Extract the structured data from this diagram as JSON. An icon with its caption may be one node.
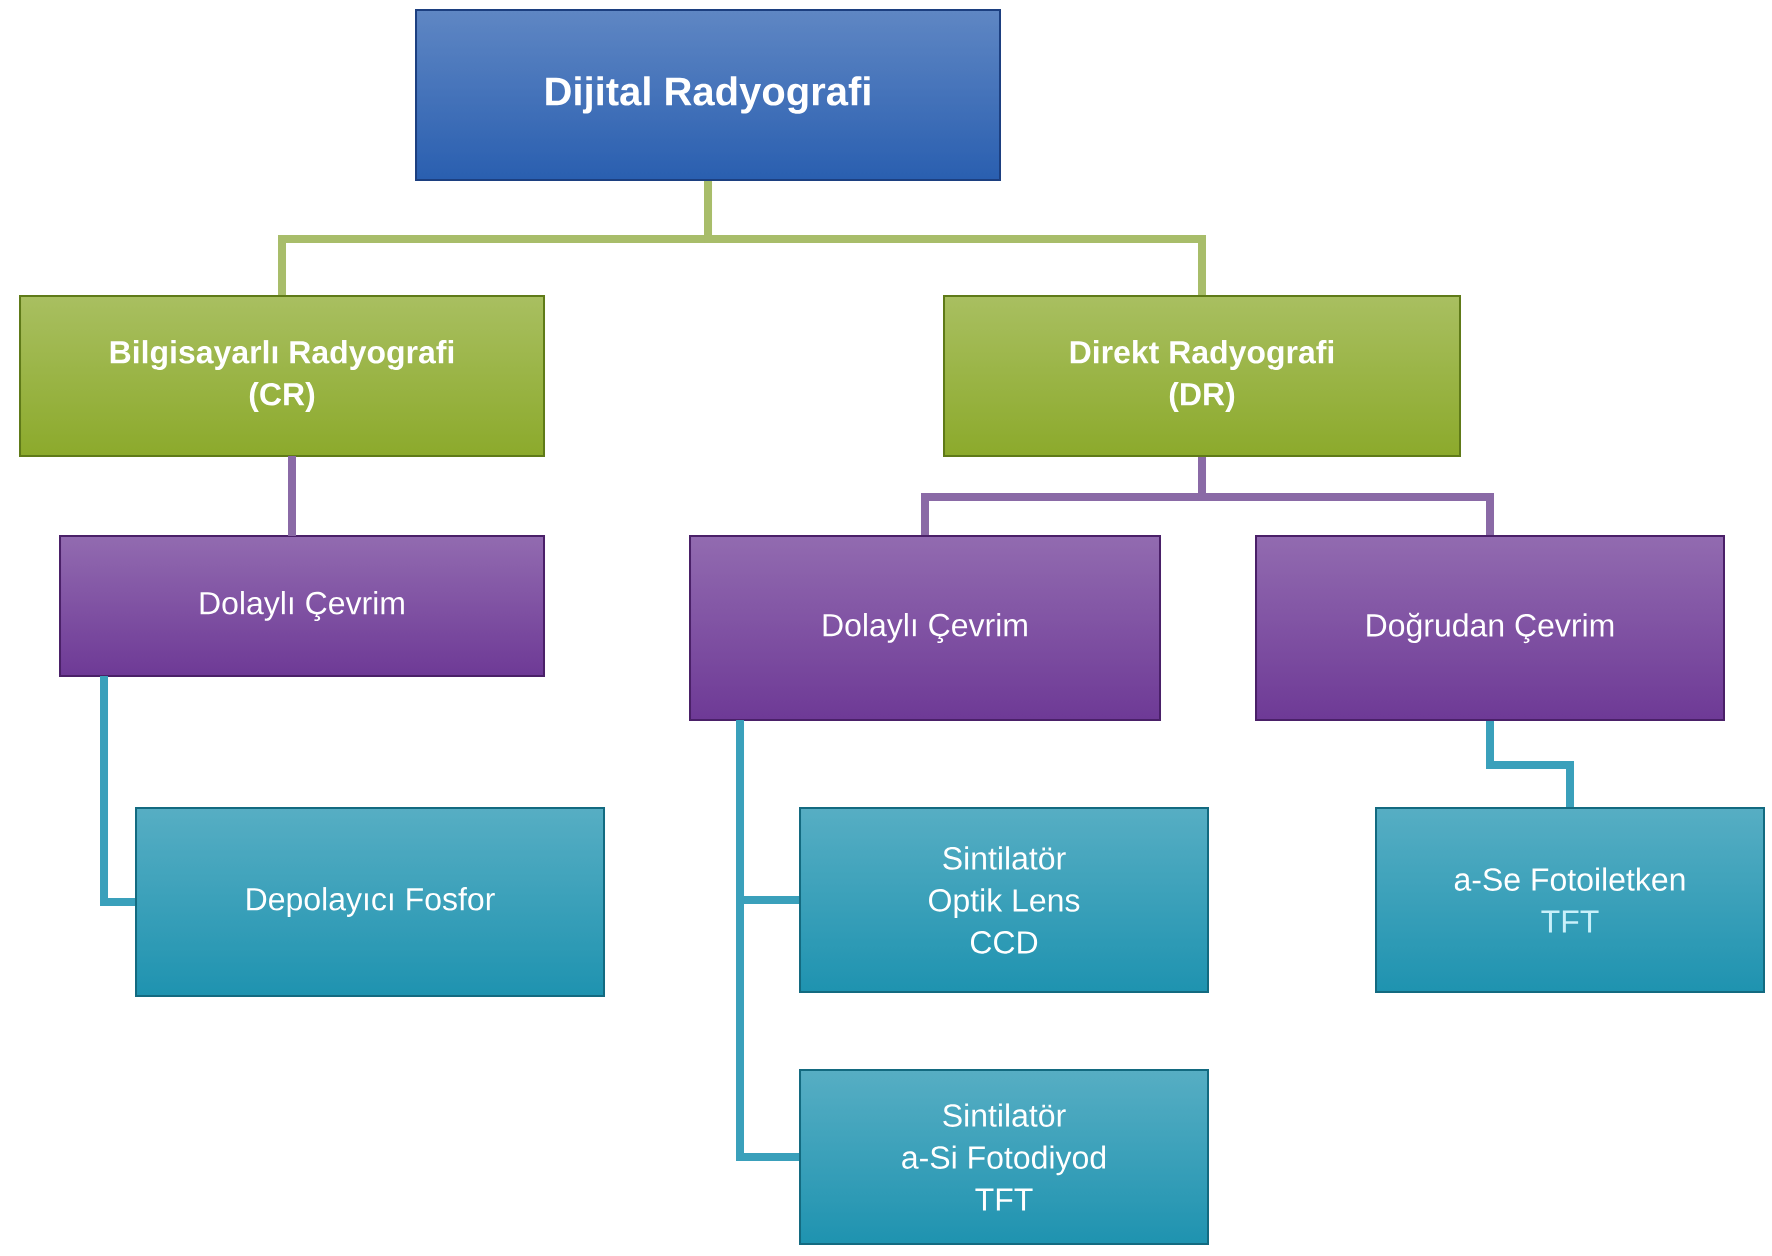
{
  "diagram": {
    "nodes": [
      {
        "text": [
          "Dijital Radyografi"
        ]
      },
      {
        "text": [
          "Bilgisayarlı Radyografi",
          "(CR)"
        ]
      },
      {
        "text": [
          "Direkt Radyografi",
          "(DR)"
        ]
      },
      {
        "text": [
          "Dolaylı Çevrim"
        ]
      },
      {
        "text": [
          "Dolaylı Çevrim"
        ]
      },
      {
        "text": [
          "Doğrudan Çevrim"
        ]
      },
      {
        "text": [
          "Depolayıcı Fosfor"
        ]
      },
      {
        "text": [
          "Sintilatör",
          "Optik Lens",
          "CCD"
        ]
      },
      {
        "text": [
          "Sintilatör",
          "a-Si Fotodiyod",
          "TFT"
        ]
      },
      {
        "text": [
          "a-Se Fotoiletken",
          "TFT"
        ]
      }
    ],
    "edges": [
      {
        "from": 0,
        "to": 1,
        "arrow": "none",
        "color": "#a8bd6a"
      },
      {
        "from": 0,
        "to": 2,
        "arrow": "none",
        "color": "#a8bd6a"
      },
      {
        "from": 1,
        "to": 3,
        "arrow": "none",
        "color": "#8a6aa6"
      },
      {
        "from": 2,
        "to": 4,
        "arrow": "none",
        "color": "#8a6aa6"
      },
      {
        "from": 2,
        "to": 5,
        "arrow": "none",
        "color": "#8a6aa6"
      },
      {
        "from": 3,
        "to": 6,
        "arrow": "none"
      },
      {
        "from": 4,
        "to": 7,
        "arrow": "none"
      },
      {
        "from": 4,
        "to": 8,
        "arrow": "none"
      },
      {
        "from": 5,
        "to": 9,
        "arrow": "none"
      }
    ]
  }
}
